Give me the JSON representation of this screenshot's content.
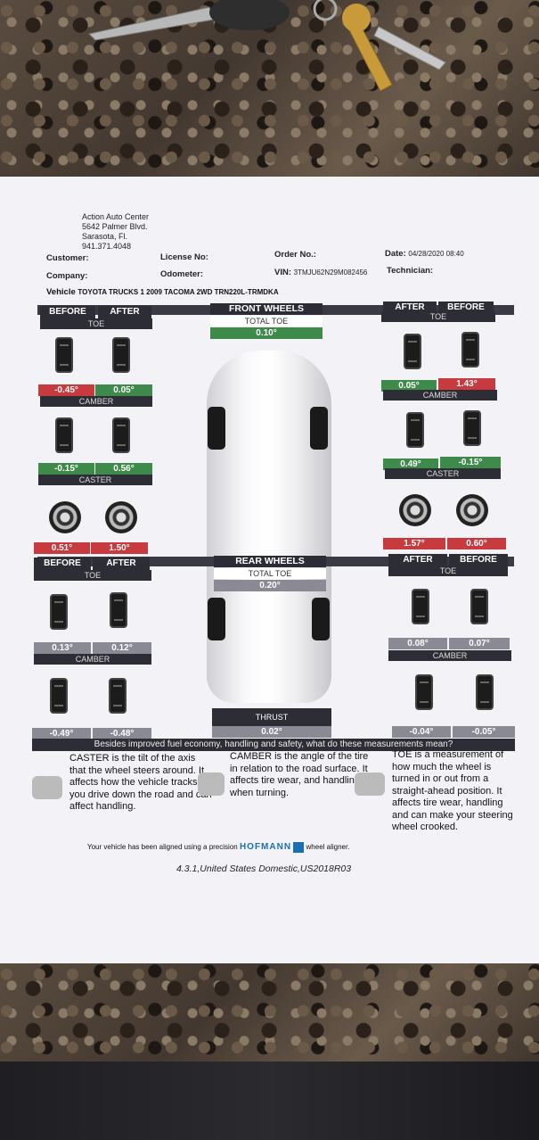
{
  "shop": {
    "name": "Action Auto Center",
    "address": "5642 Palmer Blvd.",
    "city": "Sarasota, Fl.",
    "phone": "941.371.4048"
  },
  "fields": {
    "customer": "Customer:",
    "license": "License No:",
    "order": "Order No.:",
    "date_label": "Date:",
    "date_value": "04/28/2020 08:40",
    "company": "Company:",
    "odometer": "Odometer:",
    "vin_label": "VIN:",
    "vin_value": "3TMJU62N29M082456",
    "technician": "Technician:"
  },
  "vehicle": {
    "label": "Vehicle",
    "value": "TOYOTA TRUCKS 1 2009 TACOMA 2WD TRN220L-TRMDKA"
  },
  "labels": {
    "before": "BEFORE",
    "after": "AFTER",
    "toe": "TOE",
    "camber": "CAMBER",
    "caster": "CASTER",
    "total_toe": "TOTAL TOE",
    "thrust": "THRUST"
  },
  "front": {
    "title": "FRONT WHEELS",
    "total_toe": "0.10°",
    "left": {
      "toe_before": "-0.45°",
      "toe_after": "0.05°",
      "camber_before": "-0.15°",
      "camber_after": "0.56°",
      "caster_before": "0.51°",
      "caster_after": "1.50°"
    },
    "right": {
      "toe_after": "0.05°",
      "toe_before": "1.43°",
      "camber_after": "0.49°",
      "camber_before": "-0.15°",
      "caster_after": "1.57°",
      "caster_before": "0.60°"
    }
  },
  "rear": {
    "title": "REAR WHEELS",
    "total_toe": "0.20°",
    "thrust": "0.02°",
    "left": {
      "toe_before": "0.13°",
      "toe_after": "0.12°",
      "camber_before": "-0.49°",
      "camber_after": "-0.48°"
    },
    "right": {
      "toe_after": "0.08°",
      "toe_before": "0.07°",
      "camber_after": "-0.04°",
      "camber_before": "-0.05°"
    }
  },
  "question": "Besides improved fuel economy, handling and safety, what do these measurements mean?",
  "caster_text": "CASTER is the tilt of the axis that the wheel steers around. It affects how the vehicle tracks as you drive down the road and can affect handling.",
  "camber_text": "CAMBER is the angle of the tire in relation to the road surface. It affects tire wear, and handling when turning.",
  "toe_text": "TOE is a measurement of how much the wheel is turned in or out from a straight-ahead position. It affects tire wear, handling and can make your steering wheel crooked.",
  "aligner": {
    "prefix": "Your vehicle has been aligned using a precision",
    "brand": "HOFMANN",
    "suffix": "wheel aligner."
  },
  "version": "4.3.1,United States Domestic,US2018R03"
}
